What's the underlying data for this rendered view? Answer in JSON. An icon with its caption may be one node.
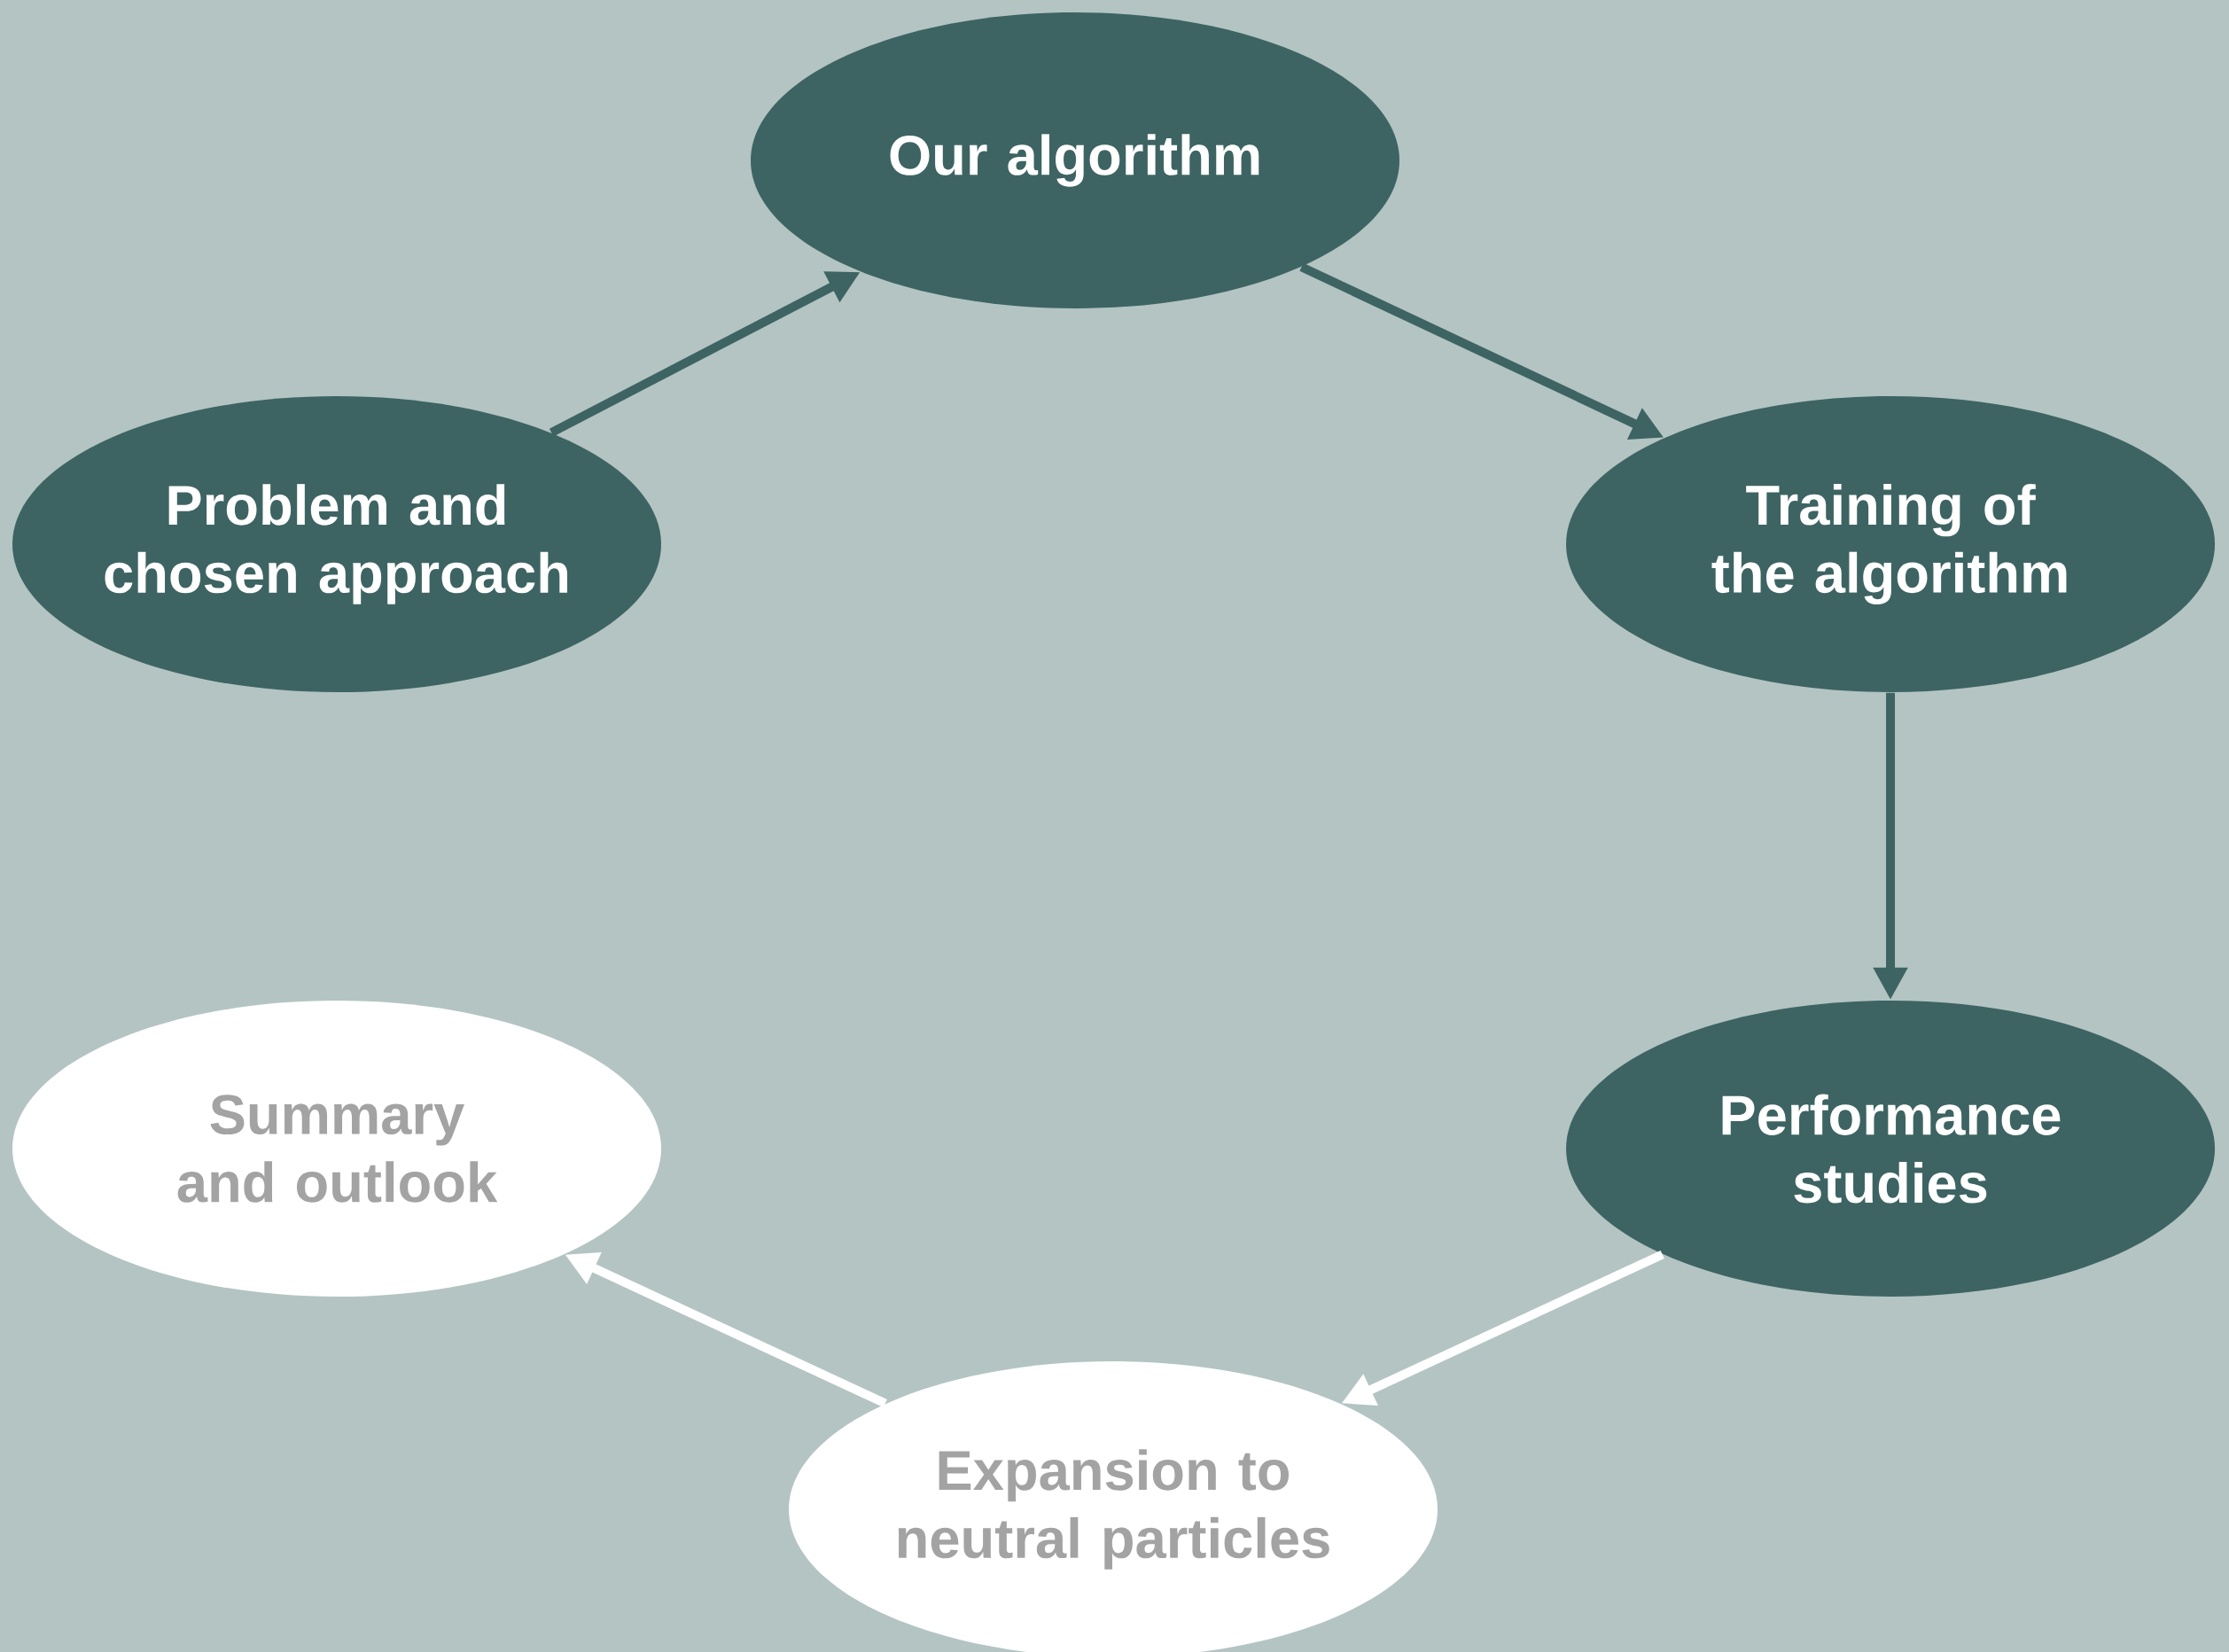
{
  "diagram": {
    "nodes": [
      {
        "text": [
          "Problem and chosen approach"
        ]
      },
      {
        "text": [
          "Our algorithm"
        ]
      },
      {
        "text": [
          "Training of the algorithm"
        ]
      },
      {
        "text": [
          "Performance studies"
        ]
      },
      {
        "text": [
          "Expansion to neutral particles"
        ]
      },
      {
        "text": [
          "Summary and outlook"
        ]
      }
    ],
    "edges": [
      {
        "from": 0,
        "to": 1,
        "arrow": "to"
      },
      {
        "from": 1,
        "to": 2,
        "arrow": "to"
      },
      {
        "from": 2,
        "to": 3,
        "arrow": "to"
      },
      {
        "from": 3,
        "to": 4,
        "arrow": "to",
        "color": "#ffffff"
      },
      {
        "from": 4,
        "to": 5,
        "arrow": "to",
        "color": "#ffffff"
      }
    ]
  }
}
